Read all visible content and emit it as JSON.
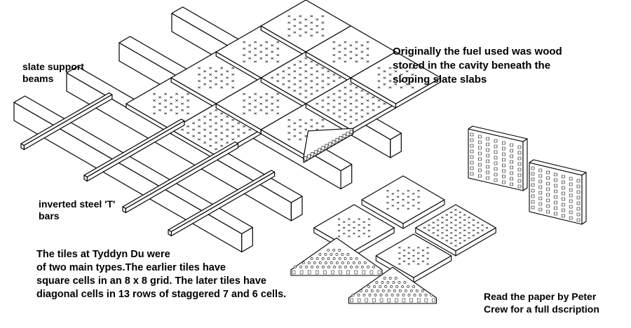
{
  "labels": {
    "slate_support": [
      "slate support",
      "beams"
    ],
    "fuel_note": [
      "Originally the fuel used was wood",
      "stored in the cavity beneath the",
      "sloping slate slabs"
    ],
    "steel_bars": [
      "inverted steel  'T'",
      "bars"
    ],
    "tile_types": [
      "The tiles at Tyddyn Du were",
      "of two main types.The earlier tiles have",
      "square cells in an 8 x 8 grid. The later tiles have",
      "diagonal cells in 13 rows of  staggered 7 and 6 cells."
    ],
    "reference": [
      "Read the paper by Peter",
      "Crew for a full dscription"
    ]
  },
  "colors": {
    "ink": "#000000",
    "paper": "#ffffff"
  }
}
